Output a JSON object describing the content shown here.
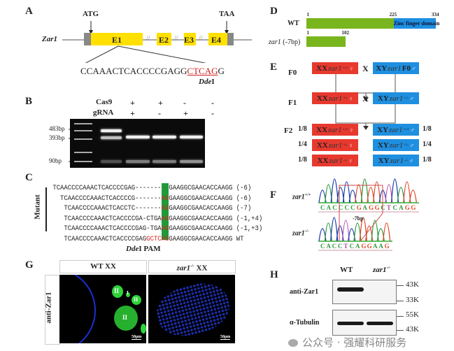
{
  "panels": {
    "A": "A",
    "B": "B",
    "C": "C",
    "D": "D",
    "E": "E",
    "F": "F",
    "G": "G",
    "H": "H"
  },
  "A": {
    "gene": "Zar1",
    "start": "ATG",
    "stop": "TAA",
    "exons": [
      "E1",
      "E2",
      "E3",
      "E4"
    ],
    "break_mark": "//",
    "seq_black": "CCAAACTCACCCCGAGG",
    "seq_red": "CTCAG",
    "seq_tail": "G",
    "enzyme": "Dde",
    "enzyme_suffix": "I"
  },
  "B": {
    "row1_label": "Cas9",
    "row2_label": "gRNA",
    "cas9": [
      "+",
      "+",
      "-",
      "-"
    ],
    "grna": [
      "+",
      "-",
      "+",
      "-"
    ],
    "markers": [
      "483bp",
      "393bp",
      "90bp"
    ]
  },
  "C": {
    "group_label": "Mutant",
    "rows": [
      {
        "left": "TCAACCCCAAACTCACCCCGAG-------",
        "pam": "-",
        "right": "GAAGGCGAACACCAAGG",
        "note": "(-6)"
      },
      {
        "left": "TCAACCCCAAACTCACCCCG-------",
        "pam": "AG",
        "right": "GAAGGCGAACACCAAGG",
        "note": "(-6)"
      },
      {
        "left": "TCAACCCCAAACTCACCTC-------",
        "pam": "AG",
        "right": "GAAGGCGAACACCAAGG",
        "note": "(-7)"
      },
      {
        "left": "TCAACCCCAAACTCACCCCGA-CTGA",
        "pam": "AG",
        "right": "GAAGGCGAACACCAAGG",
        "note": "(-1,+4)"
      },
      {
        "left": "TCAACCCCAAACTCACCCCGAG-TGA",
        "pam": "AG",
        "right": "GAAGGCGAACACCAAGG",
        "note": "(-1,+3)"
      },
      {
        "left": "TCAACCCCAAACTCACCCCGAG",
        "red": "GCTC",
        "pam": "AG",
        "right": "GAAGGCGAACACCAAGG",
        "note": "WT"
      }
    ],
    "enzyme": "Dde",
    "enzyme_suffix": "I",
    "pam_label": "PAM"
  },
  "D": {
    "wt_label": "WT",
    "mut_label_italic": "zar1",
    "mut_label": " (-7bp)",
    "wt_ticks": [
      "1",
      "225",
      "334"
    ],
    "mut_ticks": [
      "1",
      "102"
    ],
    "domain": "Zinc finger domain",
    "wt_length": 334,
    "domain_start": 225,
    "mut_length": 102,
    "green": "#79b51c",
    "blue": "#1f8fe0"
  },
  "E": {
    "gens": [
      "F0",
      "F1",
      "F2"
    ],
    "cross": "X",
    "f0": {
      "female": {
        "xx": "XX",
        "gene": "zar1",
        "sup": "+/+",
        "sex": "♀"
      },
      "male": {
        "xx": "XY",
        "gene": "zar1",
        "sup": "",
        "extra": "F0",
        "sex": "♂"
      }
    },
    "f1": {
      "female": {
        "xx": "XX",
        "gene": "zar1",
        "sup": "+/-",
        "sex": "♀"
      },
      "male": {
        "xx": "XY",
        "gene": "zar1",
        "sup": "+/-",
        "sex": "♂"
      }
    },
    "f2": [
      {
        "ratio": "1/8",
        "sup": "+/+"
      },
      {
        "ratio": "1/4",
        "sup": "+/-"
      },
      {
        "ratio": "1/8",
        "sup": "-/-"
      }
    ],
    "f2_female": {
      "xx": "XX",
      "gene": "zar1",
      "sex": "♀"
    },
    "f2_male": {
      "xx": "XY",
      "gene": "zar1",
      "sex": "♂"
    }
  },
  "F": {
    "wt_gene": "zar1",
    "wt_sup": "+/+",
    "mut_gene": "zar1",
    "mut_sup": "-/-",
    "wt_seq": "CACCCCGAGGCTCAGG",
    "mut_seq": "CACCTCAGGAAG",
    "deletion": "-7bp",
    "base_colors": {
      "A": "#2e9a3c",
      "C": "#2e9a3c",
      "G": "#e04a2a",
      "T": "#b04aa8"
    },
    "trace_colors": {
      "A": "#2e9a3c",
      "C": "#1c3fb0",
      "G": "#e04a2a",
      "T": "#c45ab8"
    }
  },
  "G": {
    "col1": "WT XX",
    "col2_gene": "zar1",
    "col2_sup": "-/-",
    "col2": " XX",
    "row": "anti-Zar1",
    "stages": [
      "II",
      "I",
      "II",
      "II"
    ],
    "scale": "50μm"
  },
  "H": {
    "lane1": "WT",
    "lane2_gene": "zar1",
    "lane2_sup": "-/-",
    "row1": "anti-Zar1",
    "row2": "α-Tubulin",
    "markers": [
      "43K",
      "33K",
      "55K",
      "43K"
    ]
  },
  "watermark": "公众号 · 强耀科研服务"
}
